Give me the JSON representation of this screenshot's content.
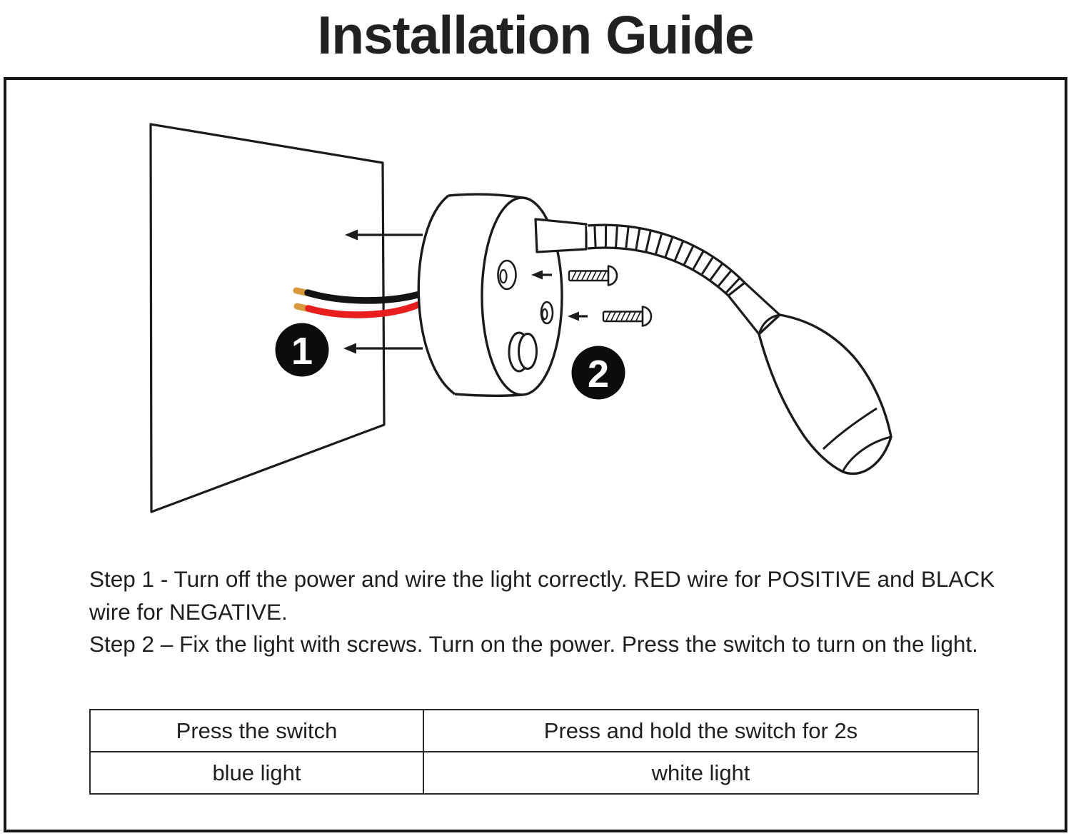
{
  "title": "Installation Guide",
  "steps": [
    "Step 1 - Turn off the power and wire the light correctly. RED wire for POSITIVE and BLACK wire for NEGATIVE.",
    "Step 2 – Fix the light with screws. Turn on the power. Press the switch to turn on the light."
  ],
  "table": {
    "rows": [
      [
        "Press the switch",
        "Press and hold the switch for 2s"
      ],
      [
        "blue light",
        "white light"
      ]
    ]
  },
  "diagram": {
    "badge1": "1",
    "badge2": "2",
    "colors": {
      "line": "#1b1b1b",
      "wire_black": "#141414",
      "wire_red": "#e81d1d",
      "copper": "#d89a3c",
      "badge_fill": "#0c0c0c",
      "badge_text": "#ffffff"
    }
  }
}
